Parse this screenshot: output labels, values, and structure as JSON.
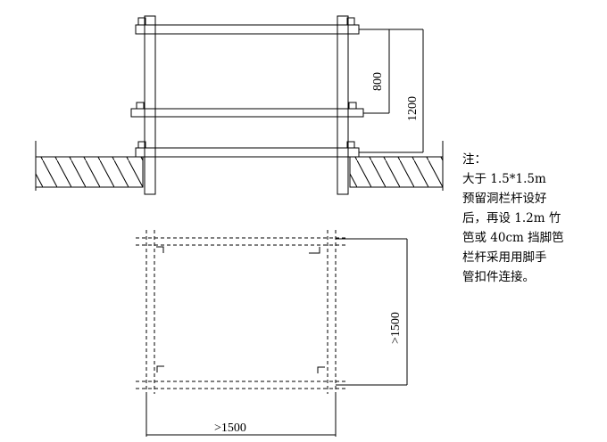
{
  "elevation": {
    "dimension_inner": "800",
    "dimension_outer": "1200"
  },
  "plan": {
    "dimension_horizontal": ">1500",
    "dimension_vertical": ">1500"
  },
  "note": {
    "title": "注：",
    "lines": [
      "大于 1.5*1.5m",
      "预留洞栏杆设好",
      "后，再设 1.2m 竹",
      "笆或 40cm 挡脚笆",
      "栏杆采用用脚手",
      "管扣件连接。"
    ]
  }
}
